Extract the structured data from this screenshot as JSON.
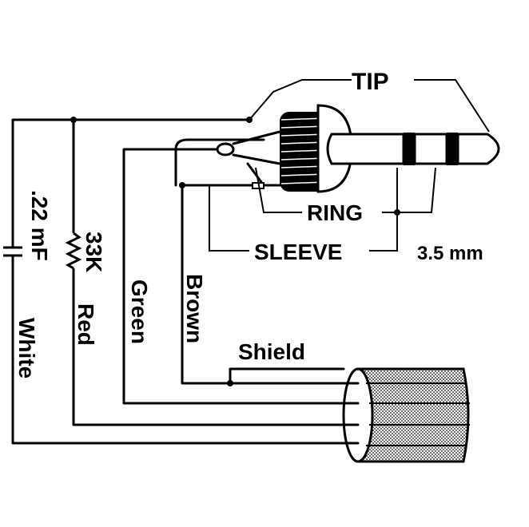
{
  "labels": {
    "tip": "TIP",
    "ring": "RING",
    "sleeve": "SLEEVE",
    "size": "3.5 mm",
    "shield": "Shield",
    "brown": "Brown",
    "green": "Green",
    "resistor_value": "33K",
    "red": "Red",
    "capacitor_value": ".22 mF",
    "white": "White"
  },
  "colors": {
    "ink": "#000000",
    "paper": "#ffffff"
  }
}
